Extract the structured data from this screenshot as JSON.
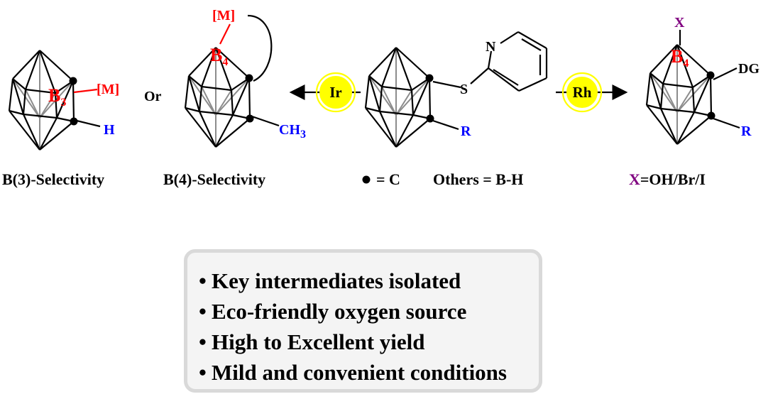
{
  "labels": {
    "b3_selectivity": "B(3)-Selectivity",
    "b4_selectivity": "B(4)-Selectivity",
    "legend_c": "= C",
    "legend_others": "Others = B-H",
    "x_options_prefix": "X",
    "x_options_rest": "=OH/Br/I",
    "or": "Or"
  },
  "catalysts": {
    "left": "Ir",
    "right": "Rh"
  },
  "atoms": {
    "metal": "[M]",
    "b3_letter": "B",
    "b3_sub": "3",
    "b4_letter": "B",
    "b4_sub": "4",
    "h": "H",
    "ch3_main": "CH",
    "ch3_sub": "3",
    "s": "S",
    "n": "N",
    "r": "R",
    "x": "X",
    "dg": "DG"
  },
  "features": [
    "Key intermediates isolated",
    "Eco-friendly oxygen source",
    "High to Excellent yield",
    "Mild and convenient conditions"
  ],
  "bullet": "•",
  "colors": {
    "red": "#ff0000",
    "blue": "#0000ff",
    "purple": "#800080",
    "catalyst_fill": "#ffff00",
    "bond_black": "#000000",
    "bond_gray": "#8c8c8c",
    "box_fill": "#f4f4f4",
    "box_border": "#d9d9d9"
  },
  "icons": {
    "carbon_vertex": "filled-black-dot",
    "reaction_arrow": "arrow-icon",
    "catalyst_badge": "yellow-circle-icon"
  }
}
